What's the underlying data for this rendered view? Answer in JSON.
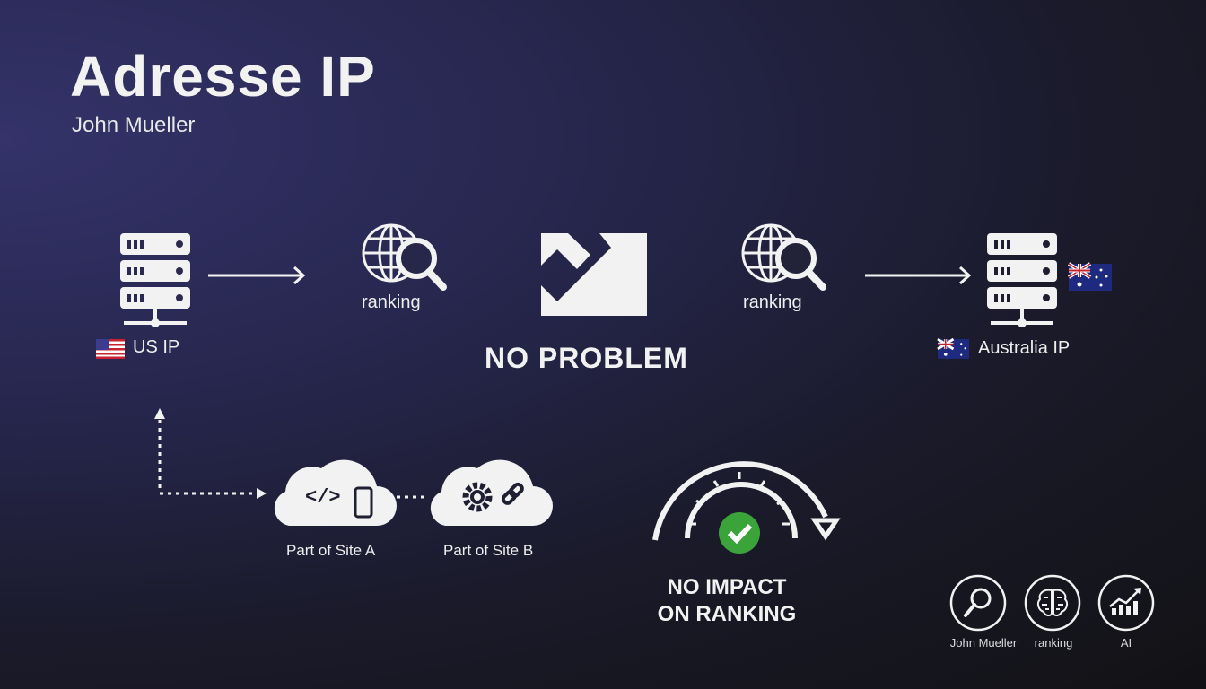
{
  "title": "Adresse IP",
  "subtitle": "John Mueller",
  "us_ip": "US IP",
  "australia_ip": "Australia IP",
  "ranking_left": "ranking",
  "ranking_right": "ranking",
  "no_problem": "NO PROBLEM",
  "site_a": "Part of Site A",
  "site_b": "Part of Site B",
  "no_impact_line1": "NO IMPACT",
  "no_impact_line2": "ON RANKING",
  "footer_icons": [
    {
      "label": "John Mueller",
      "icon": "search-icon"
    },
    {
      "label": "ranking",
      "icon": "brain-icon"
    },
    {
      "label": "AI",
      "icon": "growth-chart-icon"
    }
  ],
  "colors": {
    "check": "#3aa33a",
    "text": "#f2f2f2"
  }
}
